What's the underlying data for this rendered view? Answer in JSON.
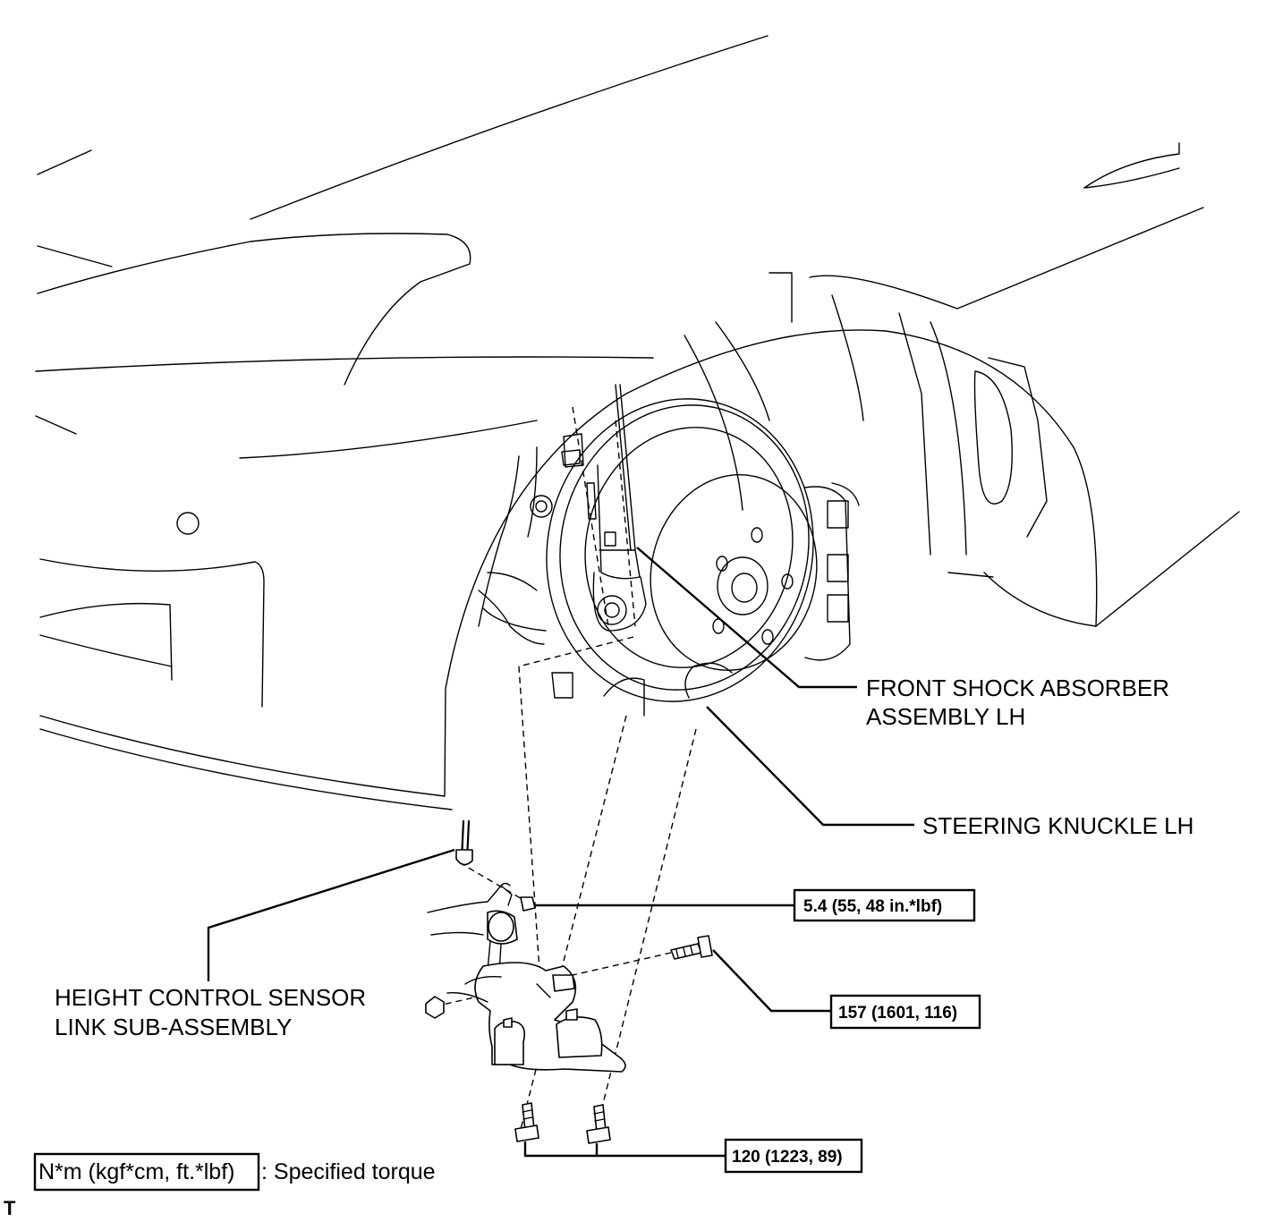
{
  "labels": {
    "shock_line1": "FRONT SHOCK ABSORBER",
    "shock_line2": "ASSEMBLY LH",
    "knuckle": "STEERING KNUCKLE LH",
    "height_line1": "HEIGHT CONTROL SENSOR",
    "height_line2": "LINK SUB-ASSEMBLY"
  },
  "torques": {
    "nut_small": "5.4 (55, 48 in.*lbf)",
    "bolt_long": "157 (1601, 116)",
    "bolts_bottom": "120 (1223, 89)"
  },
  "legend": {
    "unit_box": "N*m (kgf*cm, ft.*lbf)",
    "text": ": Specified torque"
  },
  "corner_mark": "T"
}
